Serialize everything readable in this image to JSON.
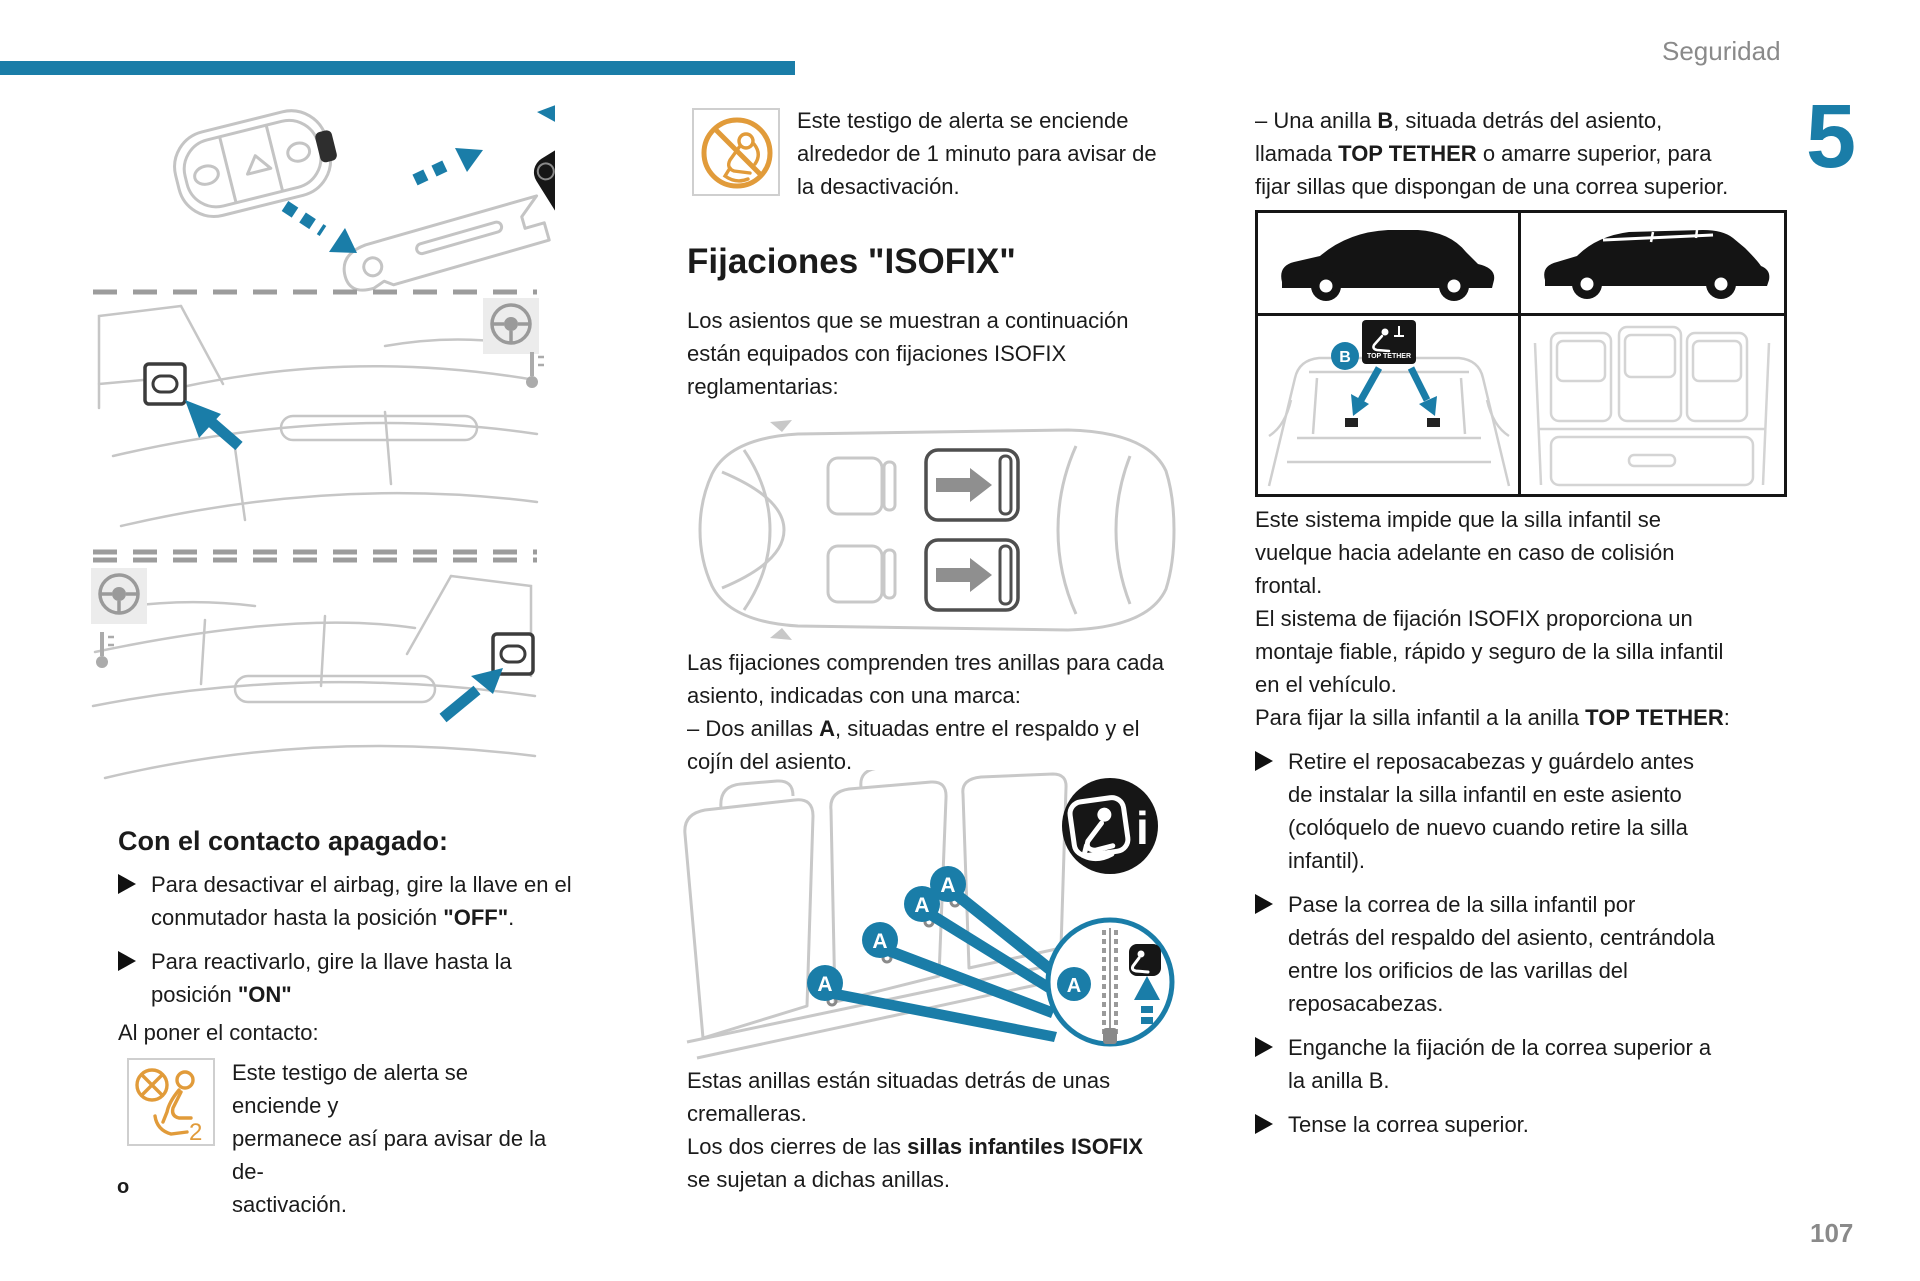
{
  "page": {
    "header": "Seguridad",
    "chapter_number": "5",
    "page_number": "107",
    "stray_char": "o"
  },
  "colors": {
    "accent": "#1a7da8",
    "warning": "#e19b3a"
  },
  "left": {
    "heading": "Con el contacto apagado:",
    "bullets": [
      [
        {
          "t": "Para desactivar el airbag, gire la llave en el\nconmutador hasta la posición "
        },
        {
          "t": "\"OFF\"",
          "b": true
        },
        {
          "t": "."
        }
      ],
      [
        {
          "t": "Para reactivarlo, gire la llave hasta la\nposición "
        },
        {
          "t": "\"ON\"",
          "b": true
        }
      ]
    ],
    "subheading": "Al poner el contacto:",
    "note": "Este testigo de alerta se enciende y\npermanece así para avisar de la de-\nsactivación.",
    "warning_icon_label": "2"
  },
  "middle": {
    "note": "Este testigo de alerta se enciende\nalrededor de 1 minuto para avisar de\nla desactivación.",
    "heading": "Fijaciones \"ISOFIX\"",
    "para_intro": "Los asientos que se muestran a continuación\nestán equipados con fijaciones ISOFIX\nreglamentarias:",
    "para_rings_1": "Las fijaciones comprenden tres anillas para cada\nasiento, indicadas con una marca:",
    "para_rings_2": [
      {
        "t": "– Dos anillas "
      },
      {
        "t": "A",
        "b": true
      },
      {
        "t": ", situadas entre el respaldo y el\ncojín del asiento."
      }
    ],
    "para_zip_1": "Estas anillas están situadas detrás de unas\ncremalleras.",
    "para_zip_2": [
      {
        "t": "Los dos cierres de las "
      },
      {
        "t": "sillas infantiles ISOFIX",
        "b": true
      },
      {
        "t": "\nse sujetan a dichas anillas."
      }
    ],
    "ring_label": "A",
    "isofix_badge_label": "i"
  },
  "right": {
    "para_top": [
      {
        "t": "– Una anilla "
      },
      {
        "t": "B",
        "b": true
      },
      {
        "t": ", situada detrás del asiento,\nllamada "
      },
      {
        "t": "TOP TETHER",
        "b": true
      },
      {
        "t": " o amarre superior, para\nfijar sillas que dispongan de una correa superior."
      }
    ],
    "top_tether_badge": "TOP TETHER",
    "ring_label": "B",
    "para_1": "Este sistema impide que la silla infantil se\nvuelque hacia adelante en caso de colisión\nfrontal.",
    "para_2": "El sistema de fijación ISOFIX proporciona un\nmontaje fiable, rápido y seguro de la silla infantil\nen el vehículo.",
    "para_3": [
      {
        "t": "Para fijar la silla infantil a la anilla "
      },
      {
        "t": "TOP TETHER",
        "b": true
      },
      {
        "t": ":"
      }
    ],
    "bullets": [
      "Retire el reposacabezas y guárdelo antes\nde instalar la silla infantil en este asiento\n(colóquelo de nuevo cuando retire la silla\ninfantil).",
      "Pase la correa de la silla infantil por\ndetrás del respaldo del asiento, centrándola\nentre los orificios de las varillas del\nreposacabezas.",
      "Enganche la fijación de la correa superior a\nla anilla B.",
      "Tense la correa superior."
    ]
  }
}
